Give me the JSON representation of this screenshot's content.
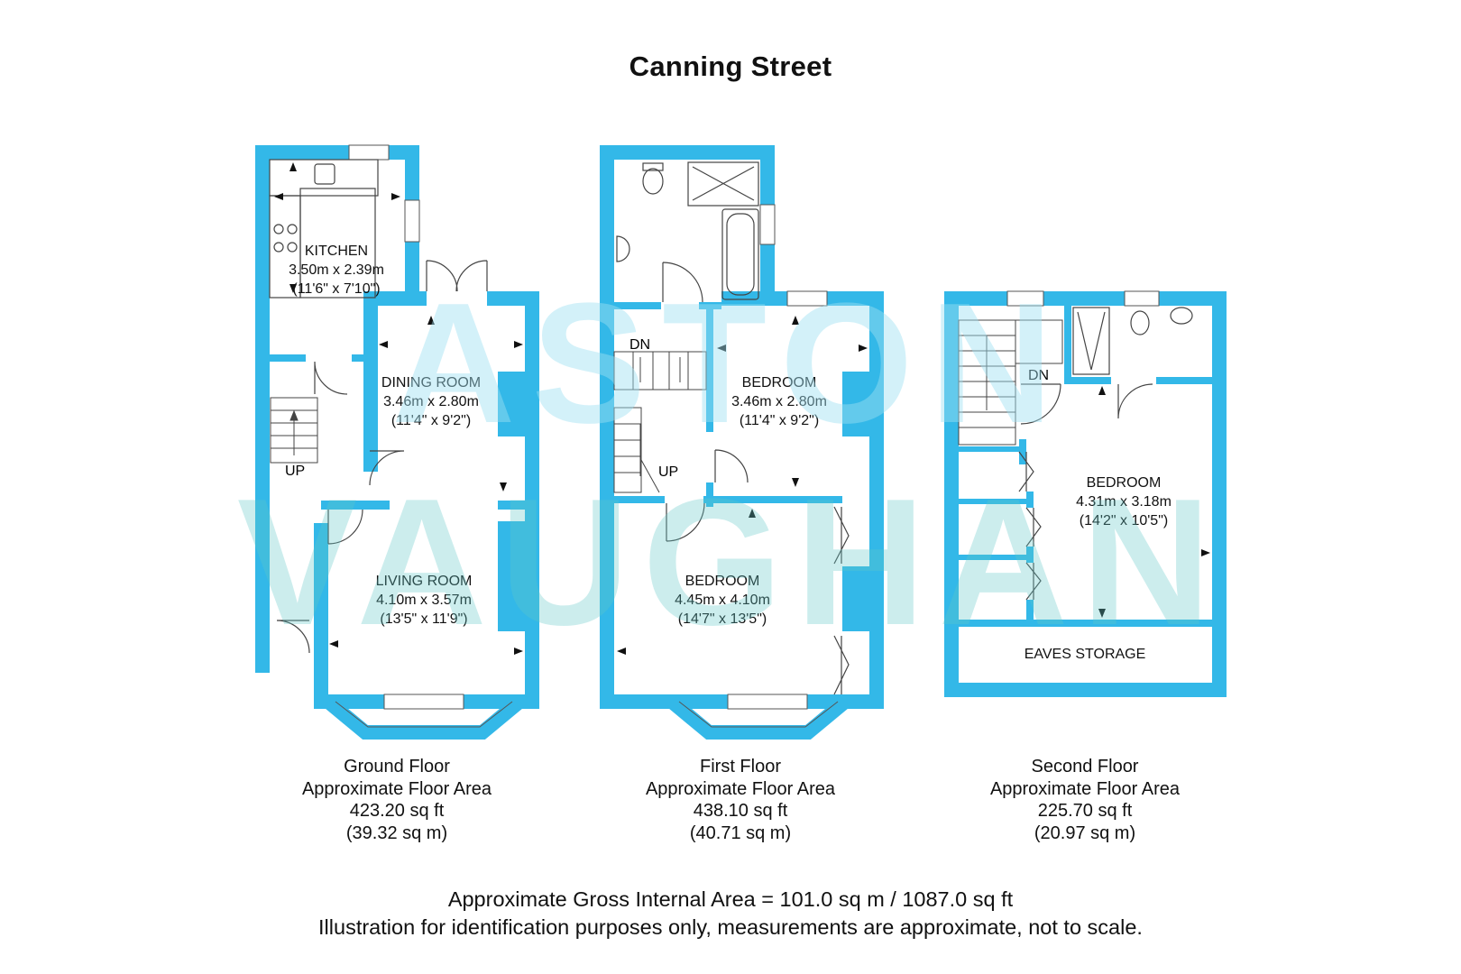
{
  "title": "Canning Street",
  "watermark": {
    "line1": "ASTON",
    "line2": "VAUGHAN"
  },
  "colors": {
    "wall": "#33b8e8",
    "watermark": "#5fc6c6",
    "watermark_top": "#9ee0f2",
    "text": "#111111"
  },
  "floors": [
    {
      "name": "Ground Floor",
      "area_label": "Approximate Floor Area",
      "sq_ft": "423.20 sq ft",
      "sq_m": "(39.32 sq m)",
      "rooms": [
        {
          "name": "KITCHEN",
          "metric": "3.50m x 2.39m",
          "imperial": "(11'6\" x 7'10\")"
        },
        {
          "name": "DINING ROOM",
          "metric": "3.46m x 2.80m",
          "imperial": "(11'4\" x 9'2\")"
        },
        {
          "name": "LIVING ROOM",
          "metric": "4.10m x 3.57m",
          "imperial": "(13'5\" x 11'9\")"
        }
      ],
      "stair_label": "UP"
    },
    {
      "name": "First Floor",
      "area_label": "Approximate Floor Area",
      "sq_ft": "438.10 sq ft",
      "sq_m": "(40.71 sq m)",
      "rooms": [
        {
          "name": "BEDROOM",
          "metric": "3.46m x 2.80m",
          "imperial": "(11'4\" x 9'2\")"
        },
        {
          "name": "BEDROOM",
          "metric": "4.45m x 4.10m",
          "imperial": "(14'7\" x 13'5\")"
        }
      ],
      "stair_down": "DN",
      "stair_up": "UP"
    },
    {
      "name": "Second Floor",
      "area_label": "Approximate Floor Area",
      "sq_ft": "225.70 sq ft",
      "sq_m": "(20.97 sq m)",
      "rooms": [
        {
          "name": "BEDROOM",
          "metric": "4.31m x 3.18m",
          "imperial": "(14'2\" x 10'5\")"
        },
        {
          "name": "EAVES STORAGE"
        }
      ],
      "stair_down": "DN"
    }
  ],
  "footer": {
    "gross_area": "Approximate Gross Internal Area = 101.0 sq m / 1087.0 sq ft",
    "disclaimer": "Illustration for identification purposes only, measurements are approximate, not to scale."
  }
}
